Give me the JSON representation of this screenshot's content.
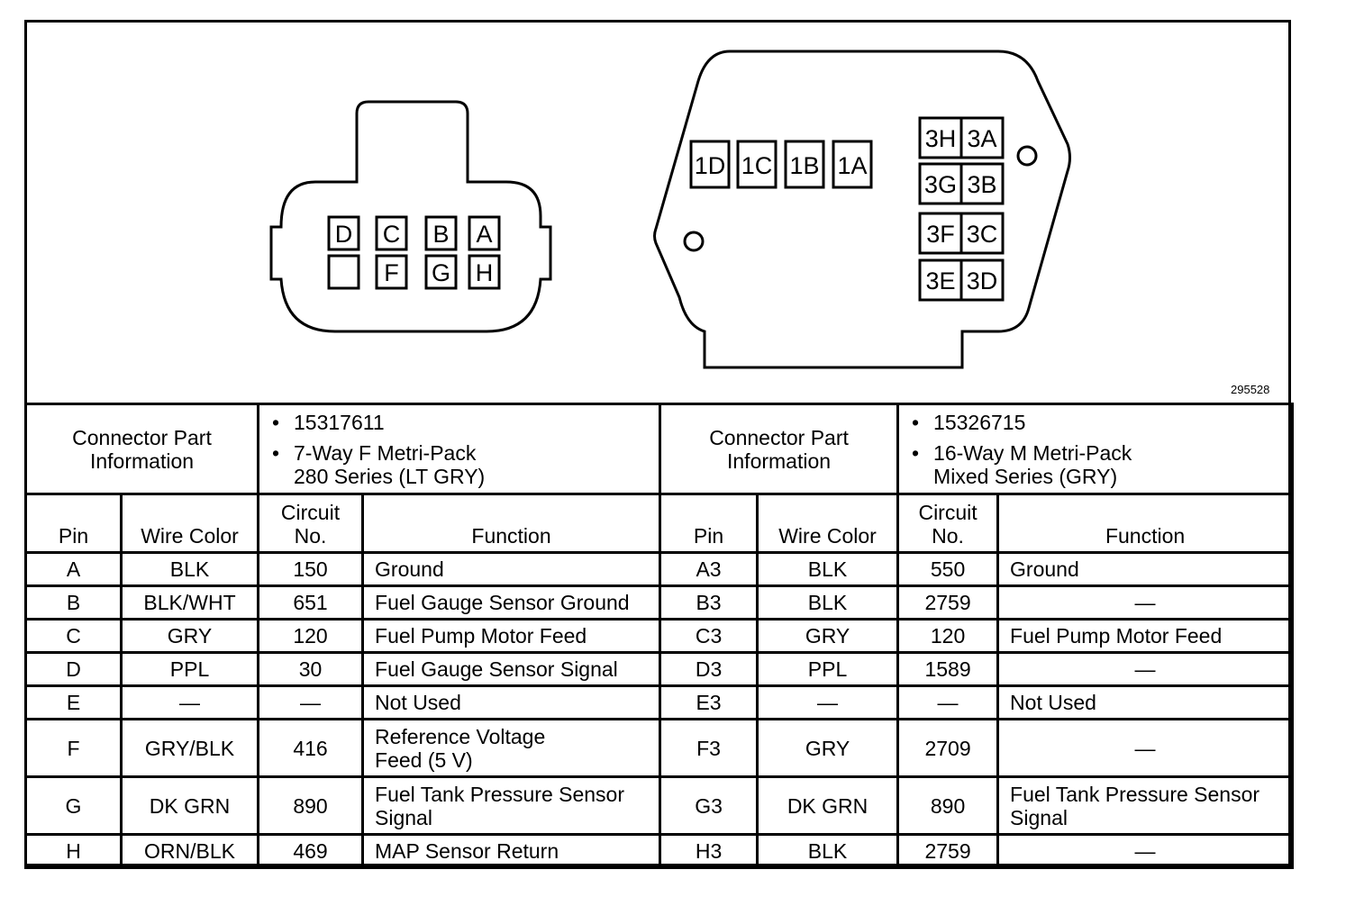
{
  "figure_id": "295528",
  "connector_left": {
    "top_row": [
      "D",
      "C",
      "B",
      "A"
    ],
    "bottom_row": [
      "",
      "F",
      "G",
      "H"
    ]
  },
  "connector_right": {
    "row1": [
      "1D",
      "1C",
      "1B",
      "1A"
    ],
    "row3_left": [
      "3H",
      "3G",
      "3F",
      "3E"
    ],
    "row3_right": [
      "3A",
      "3B",
      "3C",
      "3D"
    ]
  },
  "table": {
    "left_info_label": "Connector Part Information",
    "left_info": {
      "part_number": "15317611",
      "description_line1": "7-Way F Metri-Pack",
      "description_line2": "280 Series (LT GRY)"
    },
    "right_info_label": "Connector Part Information",
    "right_info": {
      "part_number": "15326715",
      "description_line1": "16-Way M Metri-Pack",
      "description_line2": "Mixed Series (GRY)"
    },
    "headers": {
      "pin": "Pin",
      "wire_color": "Wire Color",
      "circuit_line1": "Circuit",
      "circuit_line2": "No.",
      "function": "Function"
    },
    "rows": [
      {
        "l_pin": "A",
        "l_wire": "BLK",
        "l_circuit": "150",
        "l_function": "Ground",
        "r_pin": "A3",
        "r_wire": "BLK",
        "r_circuit": "550",
        "r_function": "Ground"
      },
      {
        "l_pin": "B",
        "l_wire": "BLK/WHT",
        "l_circuit": "651",
        "l_function": "Fuel Gauge Sensor Ground",
        "r_pin": "B3",
        "r_wire": "BLK",
        "r_circuit": "2759",
        "r_function": "—"
      },
      {
        "l_pin": "C",
        "l_wire": "GRY",
        "l_circuit": "120",
        "l_function": "Fuel Pump Motor Feed",
        "r_pin": "C3",
        "r_wire": "GRY",
        "r_circuit": "120",
        "r_function": "Fuel Pump Motor Feed"
      },
      {
        "l_pin": "D",
        "l_wire": "PPL",
        "l_circuit": "30",
        "l_function": "Fuel Gauge Sensor Signal",
        "r_pin": "D3",
        "r_wire": "PPL",
        "r_circuit": "1589",
        "r_function": "—"
      },
      {
        "l_pin": "E",
        "l_wire": "—",
        "l_circuit": "—",
        "l_function": "Not Used",
        "r_pin": "E3",
        "r_wire": "—",
        "r_circuit": "—",
        "r_function": "Not Used"
      },
      {
        "l_pin": "F",
        "l_wire": "GRY/BLK",
        "l_circuit": "416",
        "l_function_line1": "Reference Voltage",
        "l_function_line2": "Feed (5 V)",
        "r_pin": "F3",
        "r_wire": "GRY",
        "r_circuit": "2709",
        "r_function": "—"
      },
      {
        "l_pin": "G",
        "l_wire": "DK GRN",
        "l_circuit": "890",
        "l_function_line1": "Fuel Tank Pressure Sensor",
        "l_function_line2": "Signal",
        "r_pin": "G3",
        "r_wire": "DK GRN",
        "r_circuit": "890",
        "r_function_line1": "Fuel Tank Pressure Sensor",
        "r_function_line2": "Signal"
      },
      {
        "l_pin": "H",
        "l_wire": "ORN/BLK",
        "l_circuit": "469",
        "l_function": "MAP Sensor Return",
        "r_pin": "H3",
        "r_wire": "BLK",
        "r_circuit": "2759",
        "r_function": "—"
      }
    ]
  }
}
